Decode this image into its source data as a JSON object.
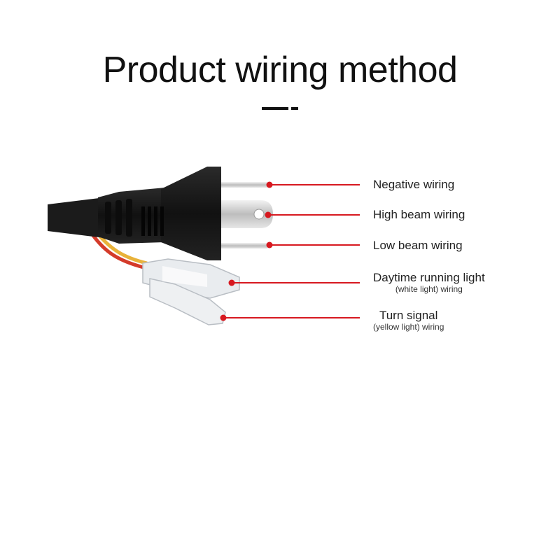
{
  "title": "Product wiring method",
  "colors": {
    "leader": "#d71920",
    "plug": "#161616",
    "pin": "#d8d8d8",
    "wire_red": "#d43b2a",
    "wire_yellow": "#e8b23a",
    "connector": "#e9ecef"
  },
  "callouts": [
    {
      "main": "Negative wiring",
      "sub": ""
    },
    {
      "main": "High beam wiring",
      "sub": ""
    },
    {
      "main": "Low beam wiring",
      "sub": ""
    },
    {
      "main": "Daytime running light",
      "sub": "(white light) wiring"
    },
    {
      "main": "Turn signal",
      "sub": "(yellow light) wiring"
    }
  ]
}
